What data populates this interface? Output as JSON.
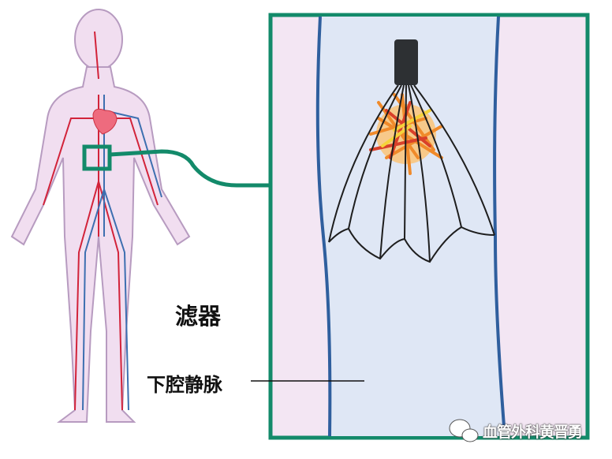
{
  "labels": {
    "filter": "滤器",
    "ivc": "下腔静脉"
  },
  "watermark": {
    "text": "血管外科黄晋勇",
    "icon": "wechat-icon"
  },
  "colors": {
    "frame": "#138a6a",
    "vein_wall": "#2f5f9e",
    "vein_lumen": "#dfe7f5",
    "outside": "#f3e6f3",
    "clot": "#f08a2a",
    "artery": "#d2233a"
  }
}
